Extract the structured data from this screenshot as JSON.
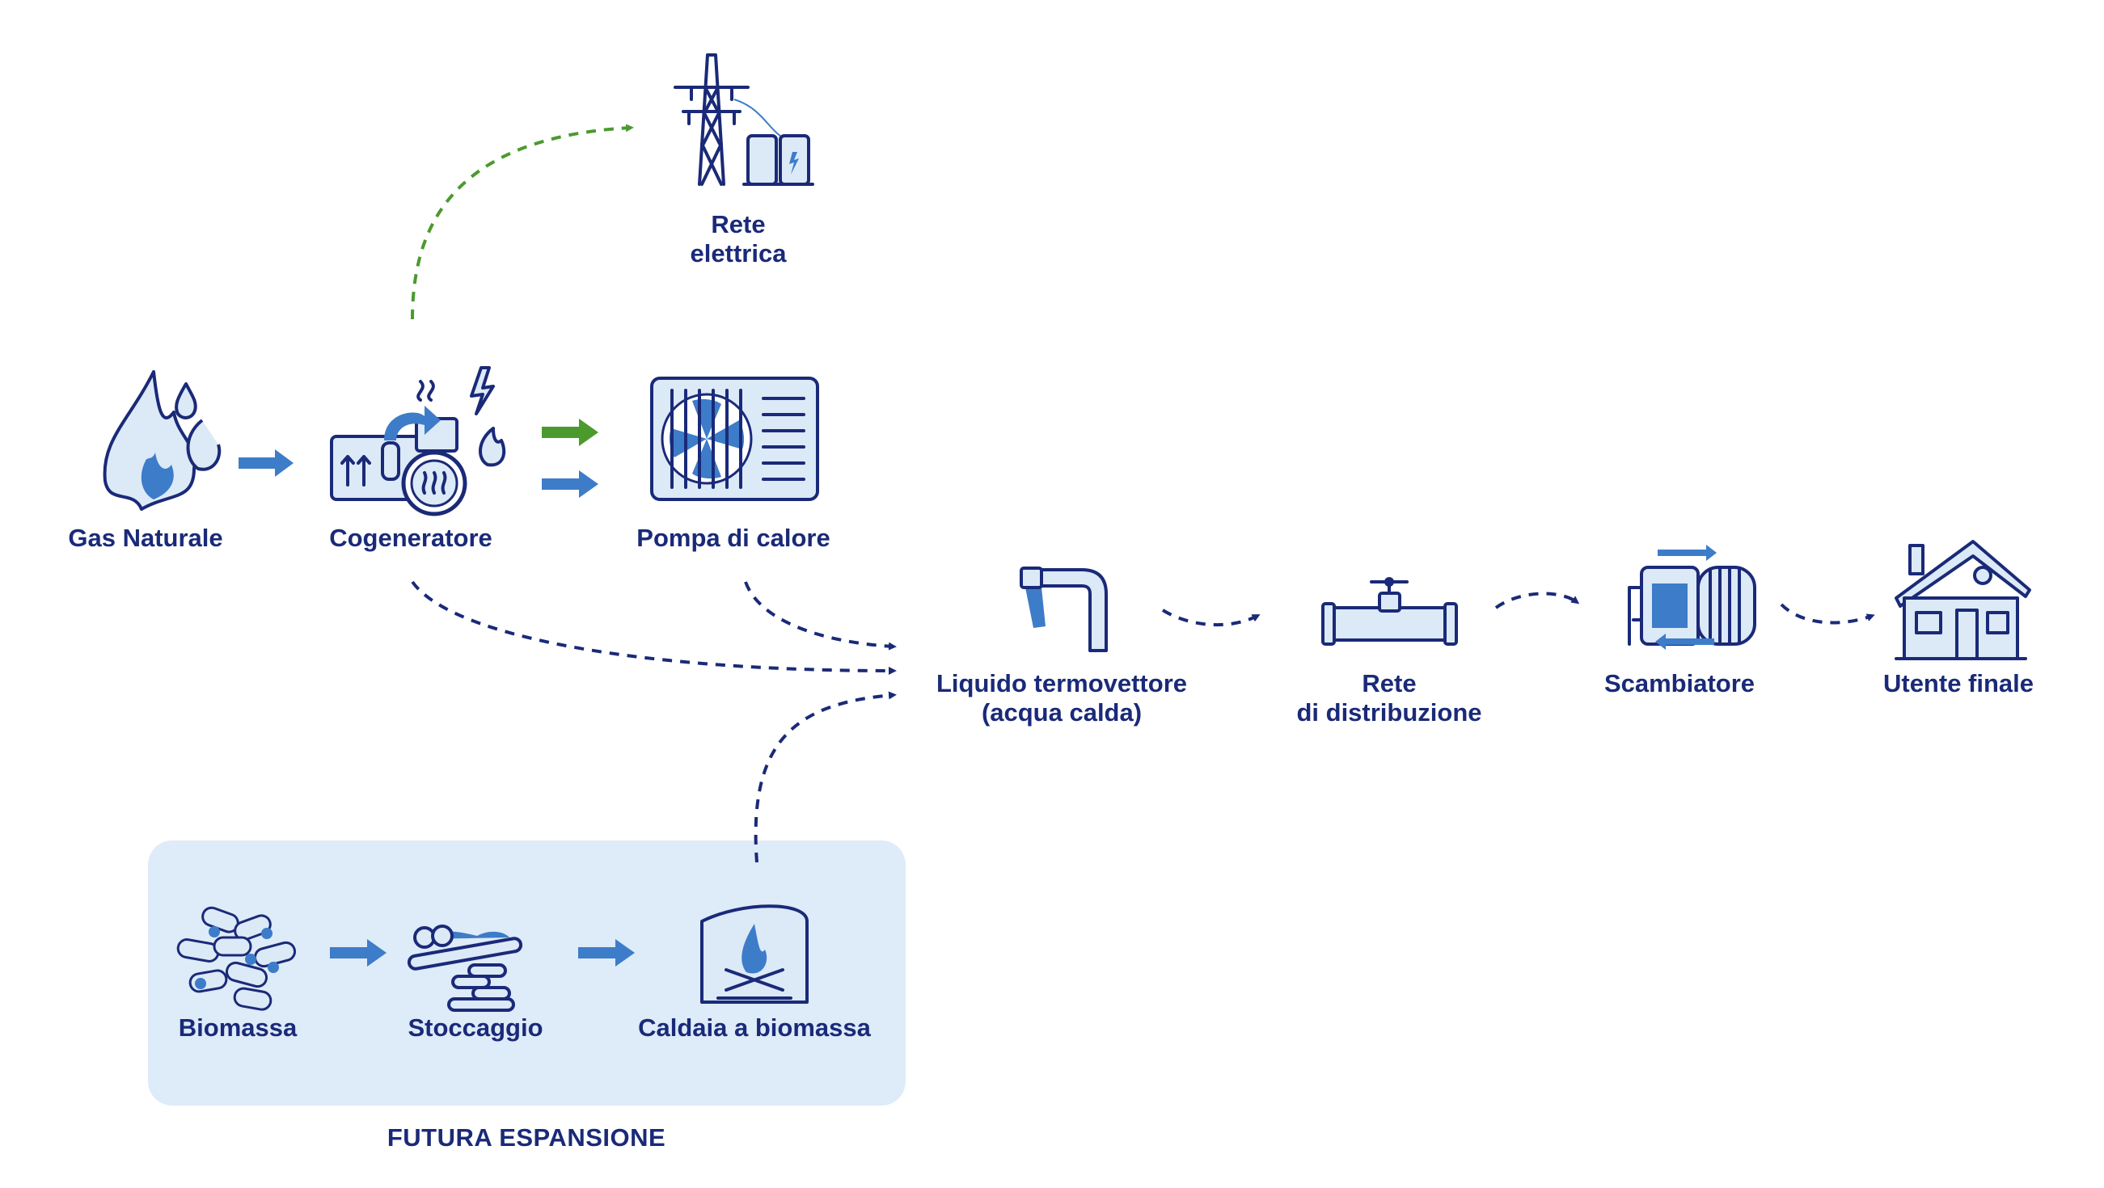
{
  "nodes": {
    "gas": "Gas Naturale",
    "cogen": "Cogeneratore",
    "pump": "Pompa di calore",
    "grid_line1": "Rete",
    "grid_line2": "elettrica",
    "liquid_line1": "Liquido termovettore",
    "liquid_line2": "(acqua calda)",
    "network_line1": "Rete",
    "network_line2": "di distribuzione",
    "exchanger": "Scambiatore",
    "user": "Utente finale",
    "biomass": "Biomassa",
    "storage": "Stoccaggio",
    "boiler": "Caldaia a biomassa"
  },
  "expansion": {
    "caption": "FUTURA ESPANSIONE"
  },
  "colors": {
    "navy": "#1a2a78",
    "arrow_blue": "#3d7cc9",
    "arrow_green": "#4b9a2e",
    "panel": "#deebf8",
    "icon_fill": "#dce9f7"
  },
  "icons": [
    "flame-drop-icon",
    "cogenerator-icon",
    "pylon-transformer-icon",
    "heat-pump-icon",
    "tap-icon",
    "pipe-valve-icon",
    "heat-exchanger-icon",
    "house-icon",
    "logs-icon",
    "conveyor-icon",
    "boiler-icon"
  ]
}
